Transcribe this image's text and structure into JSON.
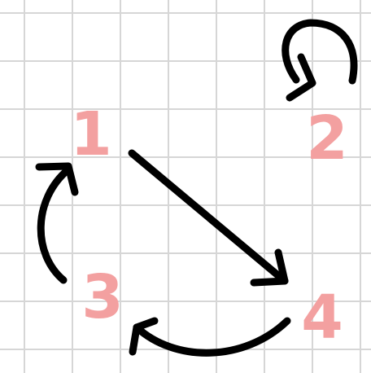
{
  "nodes": [
    {
      "id": "1",
      "label": "1"
    },
    {
      "id": "2",
      "label": "2"
    },
    {
      "id": "3",
      "label": "3"
    },
    {
      "id": "4",
      "label": "4"
    }
  ],
  "edges": [
    {
      "from": "1",
      "to": "4"
    },
    {
      "from": "4",
      "to": "3"
    },
    {
      "from": "3",
      "to": "1"
    },
    {
      "from": "2",
      "to": "2"
    }
  ],
  "colors": {
    "node_label": "#f3a0a0",
    "edge": "#000000",
    "grid": "#d6d6d6",
    "background": "#ffffff"
  }
}
